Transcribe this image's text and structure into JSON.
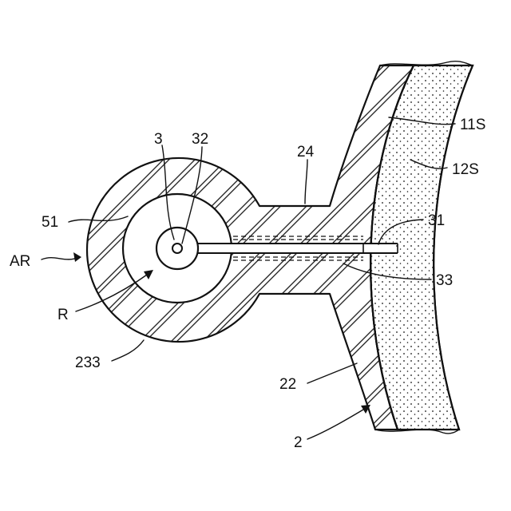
{
  "diagram": {
    "labels": {
      "ar": "AR",
      "r": "R",
      "n51": "51",
      "n3": "3",
      "n32": "32",
      "n24": "24",
      "n11s": "11S",
      "n12s": "12S",
      "n31": "31",
      "n33": "33",
      "n233": "233",
      "n22": "22",
      "n2": "2"
    },
    "colors": {
      "line": "#111111",
      "background": "#ffffff"
    }
  }
}
